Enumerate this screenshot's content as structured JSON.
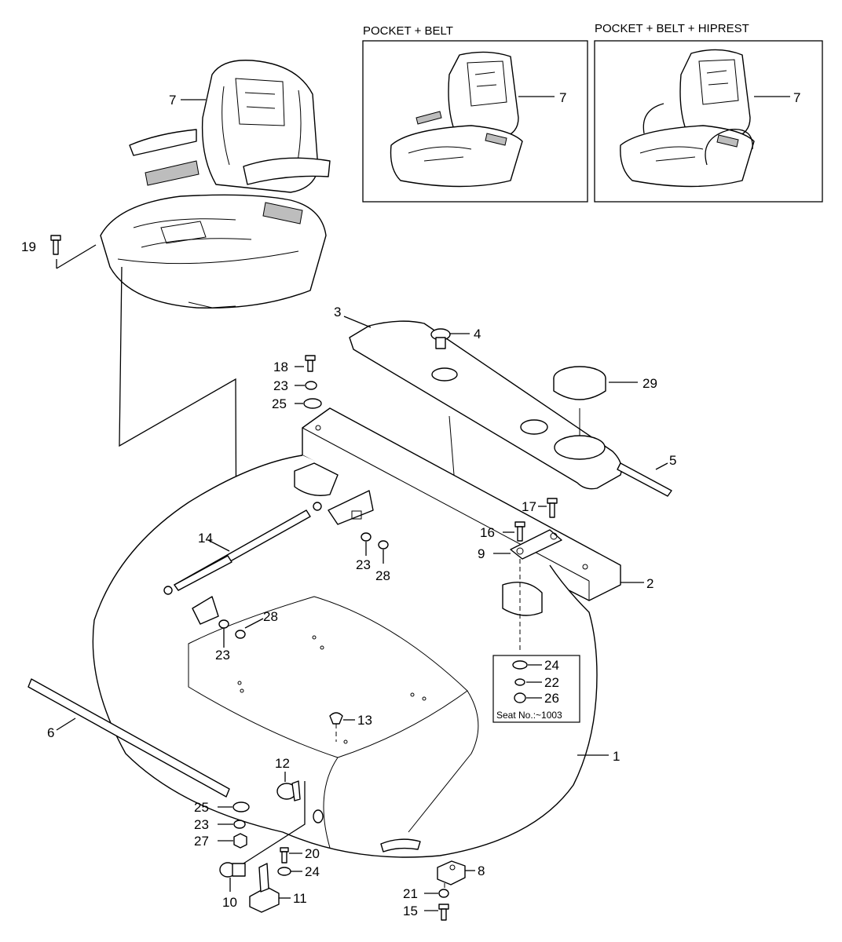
{
  "insets": [
    {
      "caption": "POCKET + BELT",
      "part": "7"
    },
    {
      "caption": "POCKET + BELT + HIPREST",
      "part": "7"
    }
  ],
  "seal_note": "Seat No.:~1003",
  "labels": {
    "p1": "1",
    "p2": "2",
    "p3": "3",
    "p4": "4",
    "p5": "5",
    "p6": "6",
    "p7": "7",
    "p8": "8",
    "p9": "9",
    "p10": "10",
    "p11": "11",
    "p12": "12",
    "p13": "13",
    "p14": "14",
    "p15": "15",
    "p16": "16",
    "p17": "17",
    "p18": "18",
    "p19": "19",
    "p20": "20",
    "p21": "21",
    "p22": "22",
    "p23a": "23",
    "p23b": "23",
    "p23c": "23",
    "p23d": "23",
    "p24a": "24",
    "p24b": "24",
    "p25a": "25",
    "p25b": "25",
    "p26": "26",
    "p27": "27",
    "p28a": "28",
    "p28b": "28",
    "p29": "29"
  }
}
